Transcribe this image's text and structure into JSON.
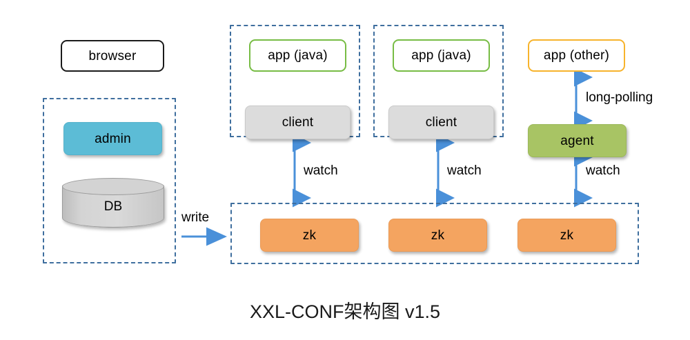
{
  "title": "XXL-CONF架构图 v1.5",
  "colors": {
    "dashed_border": "#3E6E9E",
    "arrow": "#4A90D9",
    "admin_fill": "#5CBCD6",
    "agent_fill": "#A8C464",
    "zk_fill": "#F4A460",
    "client_fill": "#DCDCDC",
    "db_fill": "#D3D3D3",
    "app_java_border": "#77BC44",
    "app_other_border": "#F7B32B",
    "browser_border": "#1A1A1A"
  },
  "nodes": {
    "browser": "browser",
    "admin": "admin",
    "db": "DB",
    "app_java_1": "app (java)",
    "client_1": "client",
    "app_java_2": "app (java)",
    "client_2": "client",
    "app_other": "app (other)",
    "agent": "agent",
    "zk_1": "zk",
    "zk_2": "zk",
    "zk_3": "zk"
  },
  "edges": {
    "write": "write",
    "watch_1": "watch",
    "watch_2": "watch",
    "watch_3": "watch",
    "long_polling": "long-polling"
  },
  "groups": {
    "admin_group": "",
    "app_group_1": "",
    "app_group_2": "",
    "zk_group": ""
  }
}
